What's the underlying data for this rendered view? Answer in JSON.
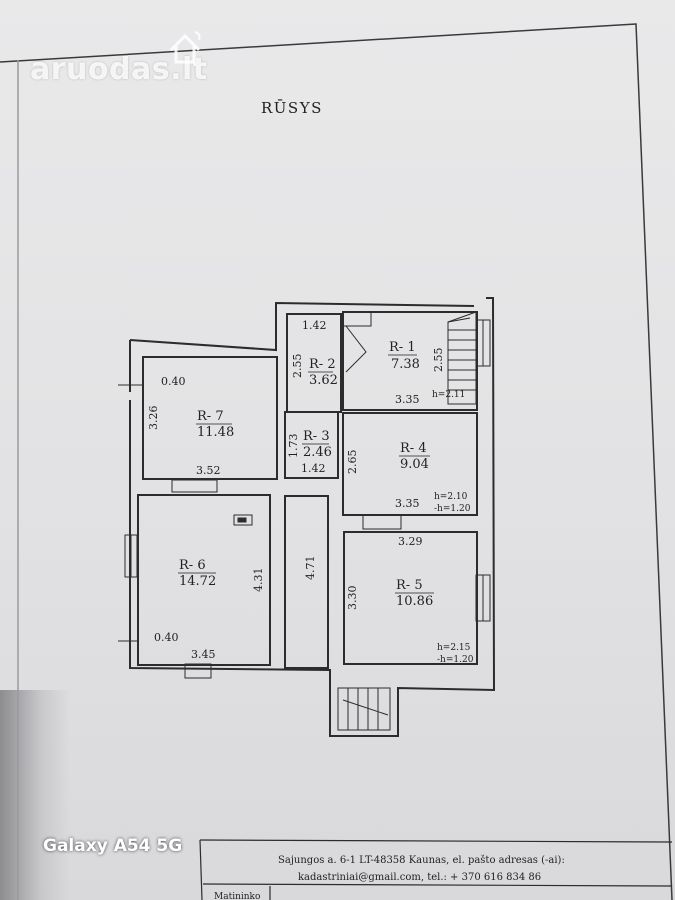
{
  "watermark": {
    "text": "aruodas.lt"
  },
  "plan": {
    "title": "RŪSYS",
    "rooms": [
      {
        "id": "R- 1",
        "area": "7.38"
      },
      {
        "id": "R- 2",
        "area": "3.62"
      },
      {
        "id": "R- 3",
        "area": "2.46"
      },
      {
        "id": "R- 4",
        "area": "9.04"
      },
      {
        "id": "R- 5",
        "area": "10.86"
      },
      {
        "id": "R- 6",
        "area": "14.72"
      },
      {
        "id": "R- 7",
        "area": "11.48"
      }
    ],
    "dimensions": {
      "d_1_42_top": "1.42",
      "d_2_55_r2": "2.55",
      "d_2_55_r1": "2.55",
      "d_3_35_r1": "3.35",
      "h_r1": "h=2.11",
      "d_0_40_top": "0.40",
      "d_3_26": "3.26",
      "d_3_52": "3.52",
      "d_1_73": "1.73",
      "d_1_42_r3": "1.42",
      "d_2_65": "2.65",
      "d_3_35_r4": "3.35",
      "h_r4": "h=2.10",
      "mh_r4": "-h=1.20",
      "d_3_29": "3.29",
      "d_3_30": "3.30",
      "d_4_71": "4.71",
      "d_4_31": "4.31",
      "d_0_40_bottom": "0.40",
      "d_3_45": "3.45",
      "h_r5": "h=2.15",
      "mh_r5": "-h=1.20"
    }
  },
  "footer": {
    "address_line1": "Sajungos a. 6-1 LT-48358 Kaunas, el. pašto adresas (-ai):",
    "address_line2": "kadastriniai@gmail.com, tel.: + 370 616 834 86",
    "label_left": "Matininko"
  },
  "phone": {
    "label": "Galaxy A54 5G"
  }
}
